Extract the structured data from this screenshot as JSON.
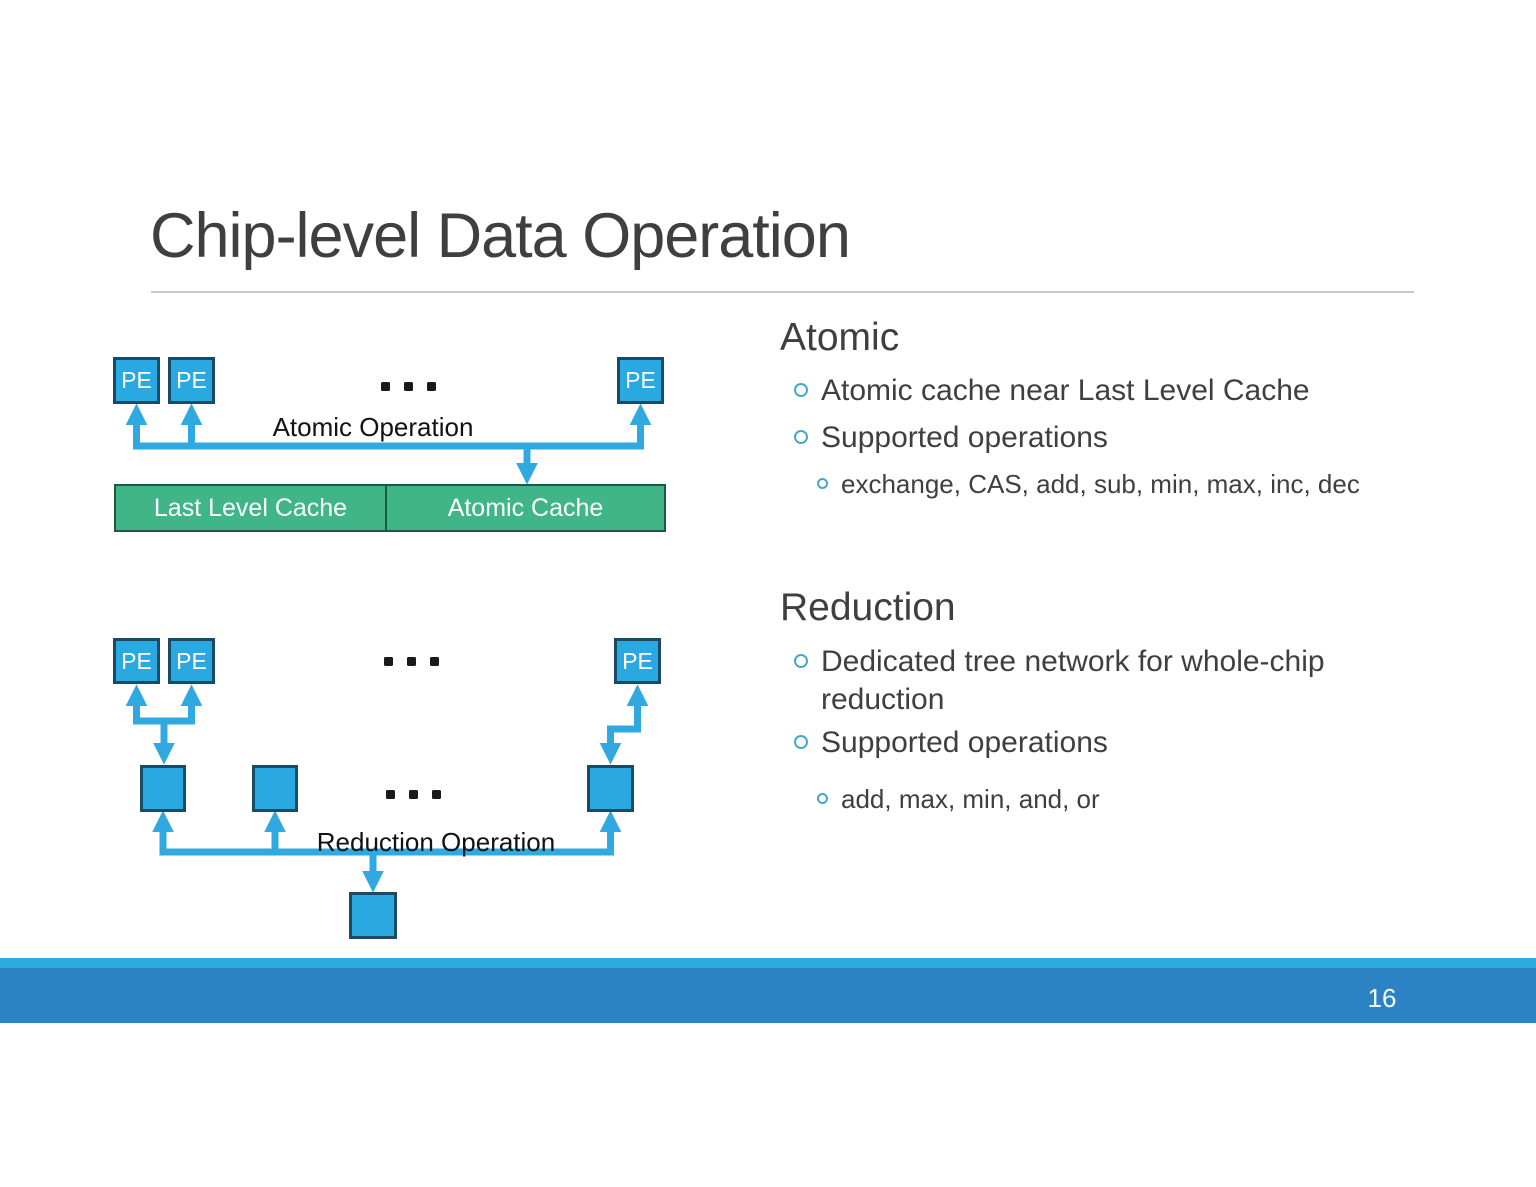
{
  "slide": {
    "title": "Chip-level Data Operation",
    "page_number": "16"
  },
  "diagrams": {
    "atomic": {
      "pe_label": "PE",
      "ellipsis": "...",
      "operation_label": "Atomic Operation",
      "llc_label": "Last Level Cache",
      "atomic_cache_label": "Atomic Cache"
    },
    "reduction": {
      "pe_label": "PE",
      "ellipsis": "...",
      "operation_label": "Reduction Operation"
    }
  },
  "sections": [
    {
      "heading": "Atomic",
      "items": [
        {
          "level": 1,
          "text": "Atomic cache near Last Level Cache"
        },
        {
          "level": 1,
          "text": "Supported operations"
        },
        {
          "level": 2,
          "text": "exchange, CAS, add, sub, min, max, inc, dec"
        }
      ]
    },
    {
      "heading": "Reduction",
      "items": [
        {
          "level": 1,
          "text": "Dedicated tree network for whole-chip reduction"
        },
        {
          "level": 1,
          "text": "Supported operations"
        },
        {
          "level": 2,
          "text": "add, max, min, and, or"
        }
      ]
    }
  ],
  "colors": {
    "accent_blue": "#29a9e0",
    "box_border_blue": "#1a4a66",
    "green_fill": "#3fb588",
    "green_border": "#1e5945",
    "footer_bar_blue": "#2b83c4",
    "footer_strip_blue": "#2eaae1",
    "text_dark": "#3f3f3f",
    "bullet_ring_blue": "#45a8c9",
    "rule_gray": "#c9c9c9"
  }
}
